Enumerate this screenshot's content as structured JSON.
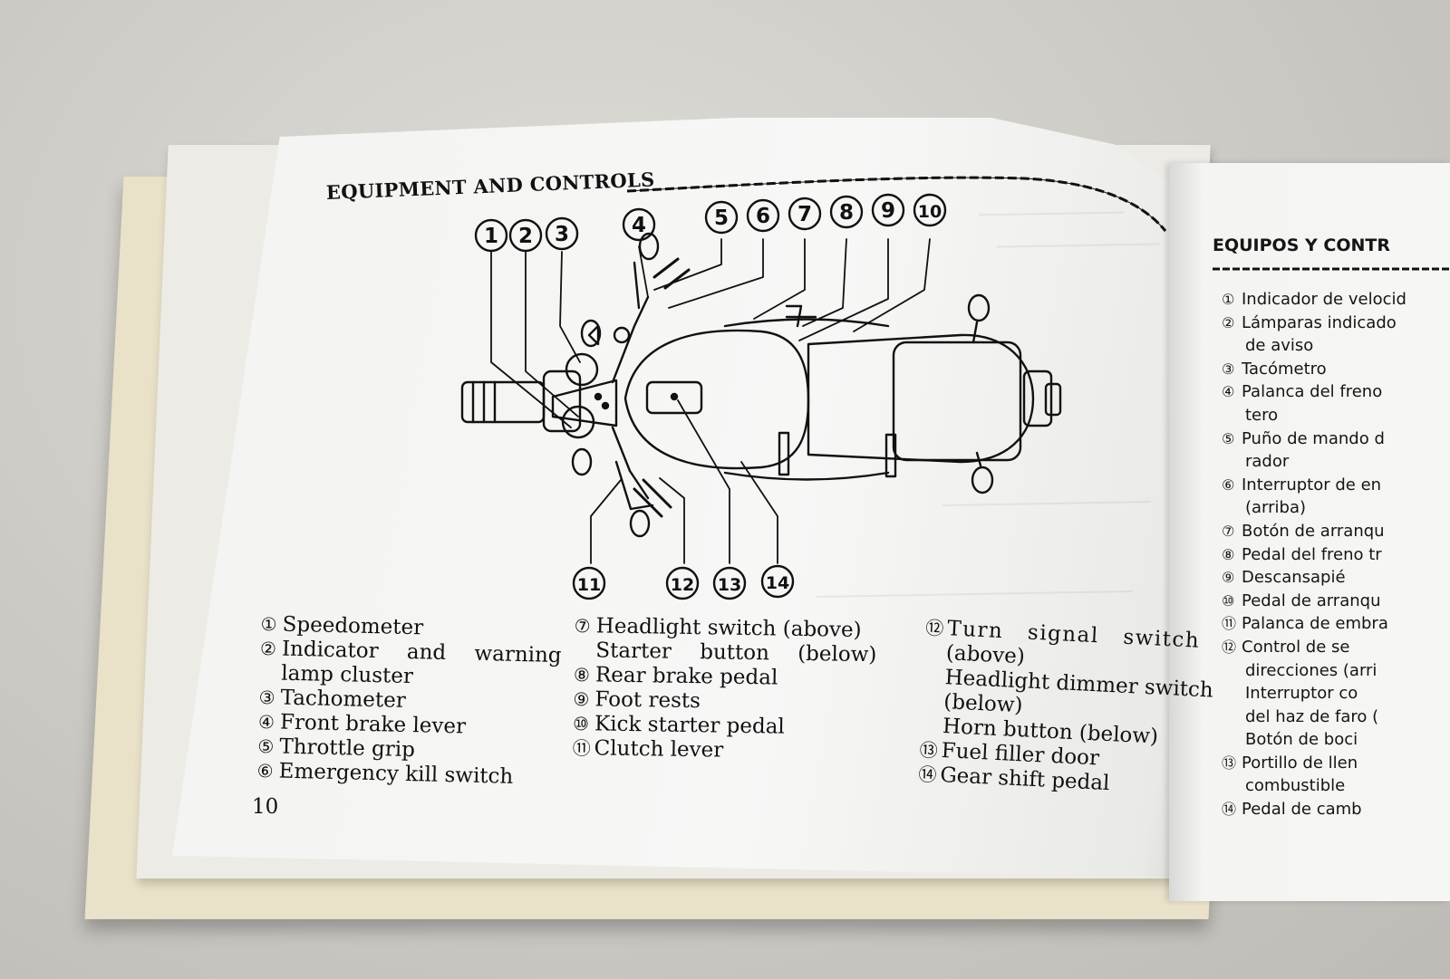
{
  "section_title": "EQUIPMENT AND CONTROLS",
  "page_number": "10",
  "callouts": [
    "1",
    "2",
    "3",
    "4",
    "5",
    "6",
    "7",
    "8",
    "9",
    "10",
    "11",
    "12",
    "13",
    "14"
  ],
  "legend": {
    "col1": [
      {
        "num": "①",
        "text": "Speedometer"
      },
      {
        "num": "②",
        "text": "Indicator and warning"
      },
      {
        "num": "",
        "text": "lamp cluster"
      },
      {
        "num": "③",
        "text": "Tachometer"
      },
      {
        "num": "④",
        "text": "Front brake lever"
      },
      {
        "num": "⑤",
        "text": "Throttle grip"
      },
      {
        "num": "⑥",
        "text": "Emergency kill switch"
      }
    ],
    "col2": [
      {
        "num": "⑦",
        "text": "Headlight switch (above)"
      },
      {
        "num": "",
        "text": "Starter button (below)"
      },
      {
        "num": "⑧",
        "text": "Rear brake pedal"
      },
      {
        "num": "⑨",
        "text": "Foot rests"
      },
      {
        "num": "⑩",
        "text": "Kick starter pedal"
      },
      {
        "num": "⑪",
        "text": "Clutch lever"
      }
    ],
    "col3": [
      {
        "num": "⑫",
        "text": "Turn signal switch"
      },
      {
        "num": "",
        "text": "(above)"
      },
      {
        "num": "",
        "text": "Headlight dimmer switch"
      },
      {
        "num": "",
        "text": "(below)"
      },
      {
        "num": "",
        "text": "Horn button (below)"
      },
      {
        "num": "⑬",
        "text": "Fuel filler door"
      },
      {
        "num": "⑭",
        "text": "Gear shift pedal"
      }
    ]
  },
  "spanish_page": {
    "title": "EQUIPOS Y CONTR",
    "items": [
      {
        "num": "①",
        "text": "Indicador de velocid"
      },
      {
        "num": "②",
        "text": "Lámparas indicado"
      },
      {
        "num": "",
        "text": "de aviso"
      },
      {
        "num": "③",
        "text": "Tacómetro"
      },
      {
        "num": "④",
        "text": "Palanca del freno"
      },
      {
        "num": "",
        "text": "tero"
      },
      {
        "num": "⑤",
        "text": "Puño de mando d"
      },
      {
        "num": "",
        "text": "rador"
      },
      {
        "num": "⑥",
        "text": "Interruptor de en"
      },
      {
        "num": "",
        "text": "(arriba)"
      },
      {
        "num": "⑦",
        "text": "Botón de arranqu"
      },
      {
        "num": "⑧",
        "text": "Pedal del freno tr"
      },
      {
        "num": "⑨",
        "text": "Descansapié"
      },
      {
        "num": "⑩",
        "text": "Pedal de arranqu"
      },
      {
        "num": "⑪",
        "text": "Palanca de embra"
      },
      {
        "num": "⑫",
        "text": "Control de se"
      },
      {
        "num": "",
        "text": "direcciones (arri"
      },
      {
        "num": "",
        "text": "Interruptor co"
      },
      {
        "num": "",
        "text": "del haz de faro ("
      },
      {
        "num": "",
        "text": "Botón de boci"
      },
      {
        "num": "⑬",
        "text": "Portillo de llen"
      },
      {
        "num": "",
        "text": "combustible"
      },
      {
        "num": "⑭",
        "text": "Pedal de camb"
      }
    ]
  },
  "colors": {
    "ink": "#111111",
    "paper": "#f5f5f3",
    "cover": "#e9e1c8",
    "background": "#c9c7c2"
  }
}
